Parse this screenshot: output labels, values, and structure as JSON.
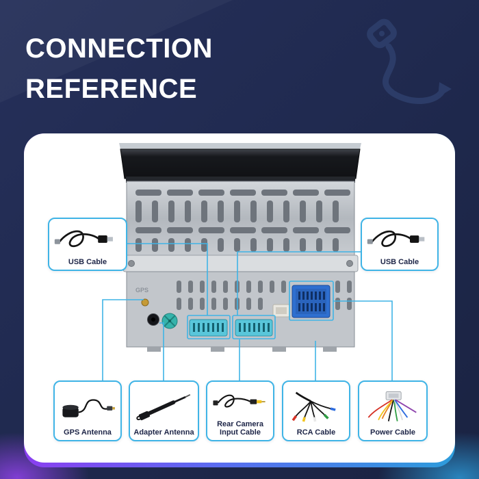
{
  "header": {
    "title_line1": "CONNECTION",
    "title_line2": "REFERENCE"
  },
  "device": {
    "name": "Car stereo head unit rear view",
    "gps_port_label": "GPS"
  },
  "callouts": {
    "usb_left": {
      "label": "USB Cable"
    },
    "usb_right": {
      "label": "USB Cable"
    },
    "gps_antenna": {
      "label": "GPS Antenna"
    },
    "adapter_antenna": {
      "label": "Adapter Antenna"
    },
    "rear_camera": {
      "label_line1": "Rear Camera",
      "label_line2": "Input Cable"
    },
    "rca_cable": {
      "label": "RCA Cable"
    },
    "power_cable": {
      "label": "Power Cable"
    }
  },
  "icons": {
    "decoration": "cable-plug-arrow-icon",
    "usb": "usb-cable-icon",
    "gps": "gps-antenna-icon",
    "adapter": "adapter-antenna-icon",
    "rear_camera": "rear-camera-cable-icon",
    "rca": "rca-cable-icon",
    "power": "power-cable-icon"
  },
  "colors": {
    "background_navy": "#202a50",
    "accent_blue": "#3fb4e6",
    "title_white": "#ffffff",
    "gradient_purple": "#8a3ff0",
    "gradient_blue": "#2d9cdb",
    "connector_blue": "#2e6fd0",
    "connector_cyan": "#59c6da",
    "connector_teal": "#35b3ab"
  }
}
